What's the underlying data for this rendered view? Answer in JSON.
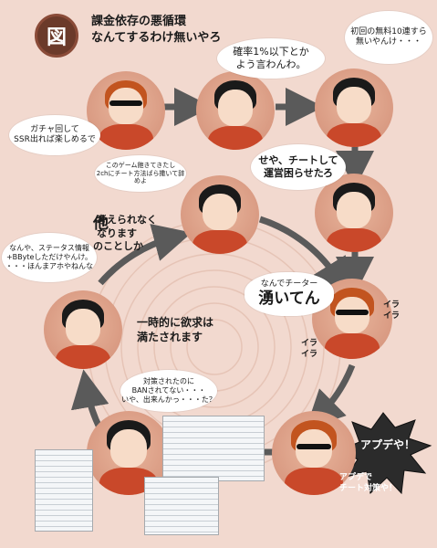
{
  "header": {
    "badge": "図",
    "title": "課金依存の悪循環\nなんてするわけ無いやろ"
  },
  "bubbles": {
    "gacha": "ガチャ回して\nSSR出れば楽しめるで",
    "probability": "確率1%以下とか\nよう言わんわ。",
    "free10": "初回の無料10連すら\n無いやんけ・・・",
    "cheat_said": "せや、チートして\n運営困らせたろ",
    "game_ripped": "このゲーム飽きてきたし\n2chにチート方法ばら撒いて辞めよ",
    "status_info": "なんや、ステータス情報\n+BByteしただけやんけ。\n・・・ほんまアホやねんな",
    "ban": "対策されたのに\nBANされてない・・・\nいや、出来んかっ・・・た？",
    "cheater_small": "なんでチーター",
    "cheater_big": "湧いてん",
    "update": "アプデや！",
    "update_fix": "アプデで\nチート対策や！"
  },
  "texts": {
    "other_big": "他",
    "other_rest": "のことしか",
    "other_line2": "考えられなく\nなります",
    "satisfied": "一時的に欲求は\n満たされます",
    "ira1": "イラ\nイラ",
    "ira2": "イラ\nイラ"
  },
  "colors": {
    "background": "#f2d9cf",
    "arrow": "#5a5a5a",
    "shirt": "#c9482a",
    "burst": "#2b2b2b"
  },
  "icons": [
    "badge-icon",
    "arrow-right-icon",
    "arrow-down-icon",
    "explosion-burst-icon"
  ]
}
